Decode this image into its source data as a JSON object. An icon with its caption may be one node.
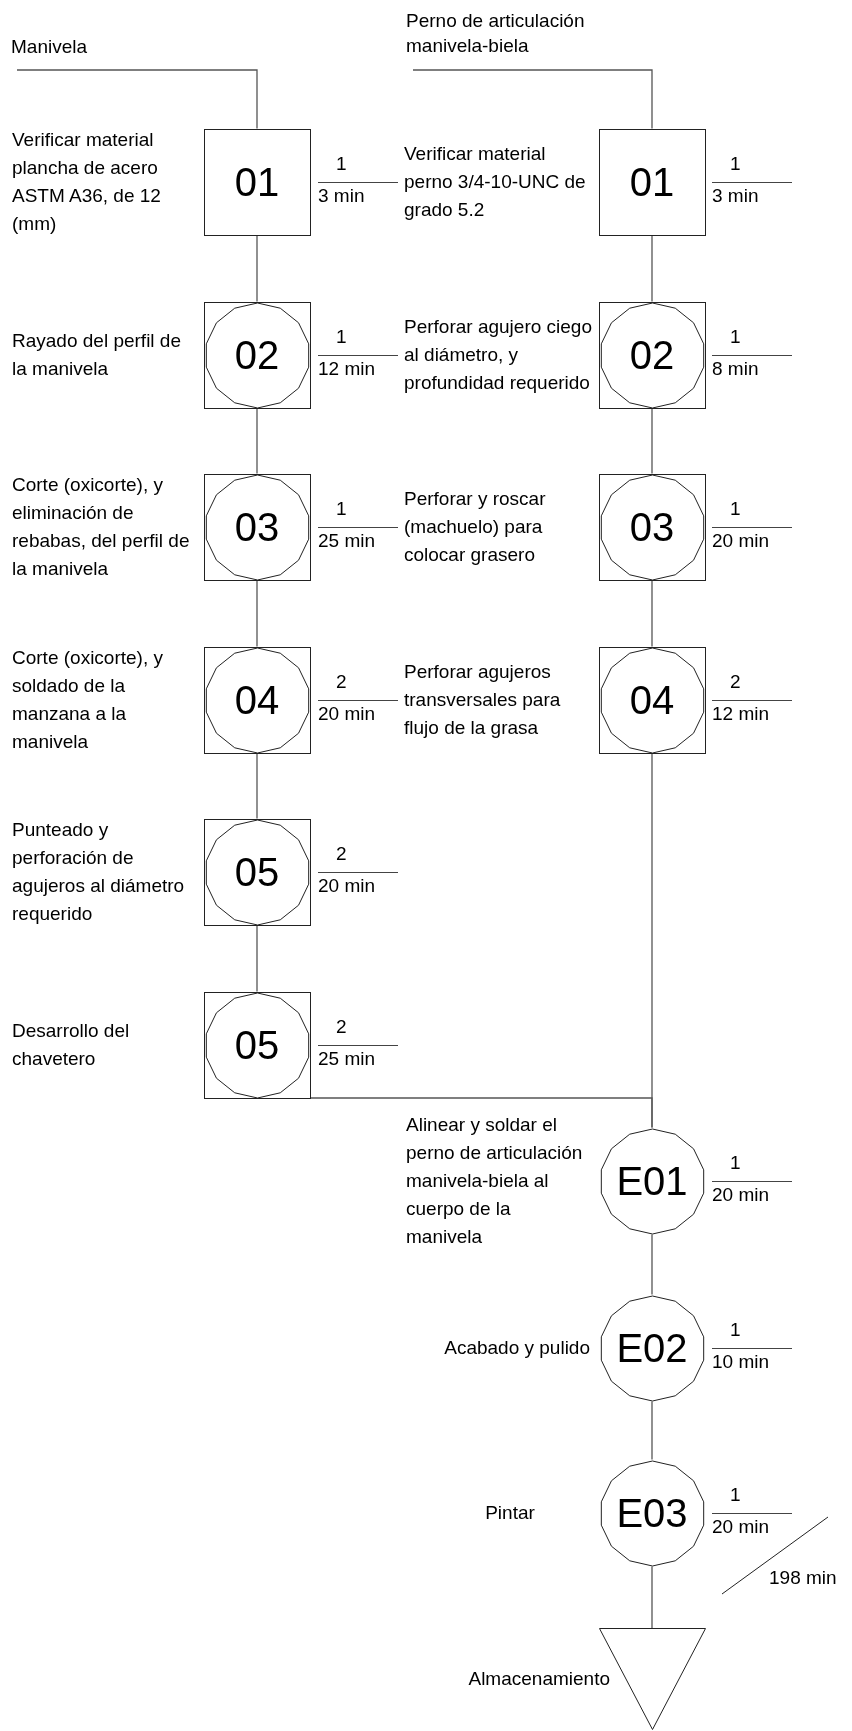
{
  "diagram": {
    "nodes": [
      {
        "text": [
          "Manivela"
        ]
      },
      {
        "text": [
          "01"
        ],
        "beside": [
          "Verificar material plancha de acero ASTM A36, de 12 (mm)",
          "1",
          "3 min"
        ]
      },
      {
        "text": [
          "02"
        ],
        "beside": [
          "Rayado del perfil de la manivela",
          "1",
          "12 min"
        ]
      },
      {
        "text": [
          "03"
        ],
        "beside": [
          "Corte (oxicorte), y eliminación de rebabas, del perfil de la manivela",
          "1",
          "25 min"
        ]
      },
      {
        "text": [
          "04"
        ],
        "beside": [
          "Corte (oxicorte), y soldado de la manzana a la manivela",
          "2",
          "20 min"
        ]
      },
      {
        "text": [
          "05"
        ],
        "beside": [
          "Punteado y perforación de agujeros al diámetro requerido",
          "2",
          "20 min"
        ]
      },
      {
        "text": [
          "05"
        ],
        "beside": [
          "Desarrollo del chavetero",
          "2",
          "25 min"
        ]
      },
      {
        "text": [
          "Perno de articulación manivela-biela"
        ]
      },
      {
        "text": [
          "01"
        ],
        "beside": [
          "Verificar material perno 3/4-10-UNC de grado 5.2",
          "1",
          "3 min"
        ]
      },
      {
        "text": [
          "02"
        ],
        "beside": [
          "Perforar agujero ciego al diámetro, y profundidad requerido",
          "1",
          "8 min"
        ]
      },
      {
        "text": [
          "03"
        ],
        "beside": [
          "Perforar y roscar (machuelo) para colocar grasero",
          "1",
          "20 min"
        ]
      },
      {
        "text": [
          "04"
        ],
        "beside": [
          "Perforar agujeros transversales para flujo de la grasa",
          "2",
          "12 min"
        ]
      },
      {
        "text": [
          "E01"
        ],
        "beside": [
          "Alinear y soldar el perno de articulación manivela-biela al cuerpo de la manivela",
          "1",
          "20 min"
        ]
      },
      {
        "text": [
          "E02"
        ],
        "beside": [
          "Acabado y pulido",
          "1",
          "10 min"
        ]
      },
      {
        "text": [
          "E03"
        ],
        "beside": [
          "Pintar",
          "1",
          "20 min"
        ]
      },
      {
        "text": [],
        "shape": "triangle",
        "beside": [
          "Almacenamiento"
        ]
      }
    ],
    "edges": [
      {
        "from": 0,
        "to": 1,
        "arrow": "none"
      },
      {
        "from": 1,
        "to": 2,
        "arrow": "none"
      },
      {
        "from": 2,
        "to": 3,
        "arrow": "none"
      },
      {
        "from": 3,
        "to": 4,
        "arrow": "none"
      },
      {
        "from": 4,
        "to": 5,
        "arrow": "none"
      },
      {
        "from": 5,
        "to": 6,
        "arrow": "none"
      },
      {
        "from": 7,
        "to": 8,
        "arrow": "none"
      },
      {
        "from": 8,
        "to": 9,
        "arrow": "none"
      },
      {
        "from": 9,
        "to": 10,
        "arrow": "none"
      },
      {
        "from": 10,
        "to": 11,
        "arrow": "none"
      },
      {
        "from": 6,
        "to": 12,
        "arrow": "none"
      },
      {
        "from": 11,
        "to": 12,
        "arrow": "none"
      },
      {
        "from": 12,
        "to": 13,
        "arrow": "none"
      },
      {
        "from": 13,
        "to": 14,
        "arrow": "none"
      },
      {
        "from": 14,
        "to": 15,
        "arrow": "none"
      }
    ],
    "labels": [
      "198 min"
    ]
  }
}
